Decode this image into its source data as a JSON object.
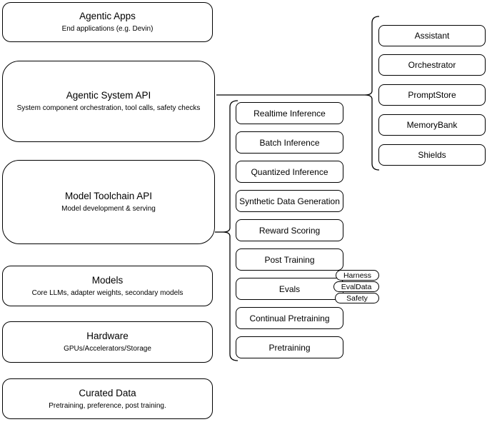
{
  "diagram": {
    "left_boxes": [
      {
        "title": "Agentic Apps",
        "subtitle": "End applications (e.g. Devin)"
      },
      {
        "title": "Agentic System API",
        "subtitle": "System component orchestration, tool calls, safety checks"
      },
      {
        "title": "Model Toolchain API",
        "subtitle": "Model development & serving"
      },
      {
        "title": "Models",
        "subtitle": "Core LLMs, adapter weights, secondary models"
      },
      {
        "title": "Hardware",
        "subtitle": "GPUs/Accelerators/Storage"
      },
      {
        "title": "Curated Data",
        "subtitle": "Pretraining, preference, post training."
      }
    ],
    "toolchain_components": [
      "Realtime Inference",
      "Batch Inference",
      "Quantized Inference",
      "Synthetic Data Generation",
      "Reward Scoring",
      "Post Training",
      "Evals",
      "Continual Pretraining",
      "Pretraining"
    ],
    "eval_tags": [
      "Harness",
      "EvalData",
      "Safety"
    ],
    "agentic_components": [
      "Assistant",
      "Orchestrator",
      "PromptStore",
      "MemoryBank",
      "Shields"
    ],
    "colors": {
      "stroke": "#000000",
      "background": "#ffffff"
    }
  }
}
